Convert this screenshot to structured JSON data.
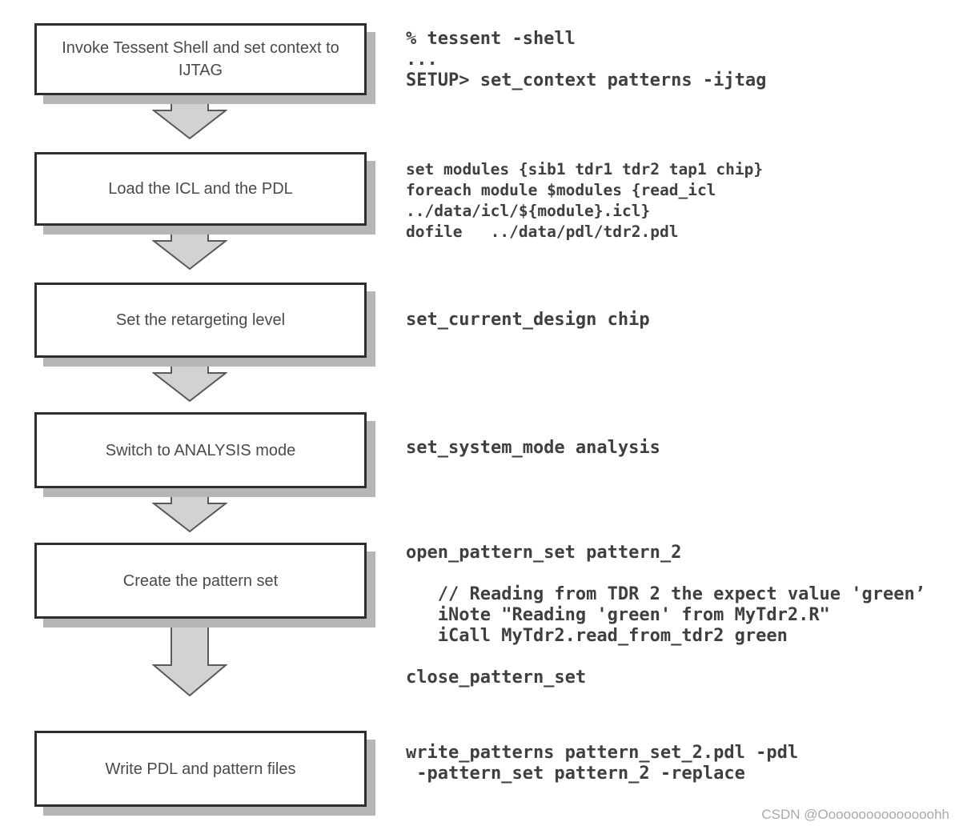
{
  "steps": [
    {
      "box": "Invoke Tessent Shell and set context to IJTAG",
      "code": "% tessent -shell\n...\nSETUP> set_context patterns -ijtag"
    },
    {
      "box": "Load the ICL and the PDL",
      "code": "set modules {sib1 tdr1 tdr2 tap1 chip}\nforeach module $modules {read_icl\n../data/icl/${module}.icl}\ndofile   ../data/pdl/tdr2.pdl"
    },
    {
      "box": "Set the retargeting level",
      "code": "set_current_design chip"
    },
    {
      "box": "Switch to ANALYSIS mode",
      "code": "set_system_mode analysis"
    },
    {
      "box": "Create the pattern set",
      "code": "open_pattern_set pattern_2\n\n   // Reading from TDR 2 the expect value 'green’\n   iNote \"Reading 'green' from MyTdr2.R\"\n   iCall MyTdr2.read_from_tdr2 green\n\nclose_pattern_set"
    },
    {
      "box": "Write PDL and pattern files",
      "code": "write_patterns pattern_set_2.pdl -pdl\n -pattern_set pattern_2 -replace"
    }
  ],
  "watermark": "CSDN @Ooooooooooooooohh",
  "colors": {
    "box-border": "#2e2e30",
    "box-text": "#4a4a4a",
    "shadow": "#b6b6b6",
    "arrow-fill": "#d2d2d2",
    "arrow-stroke": "#59595b",
    "code-text": "#3f3f3f",
    "watermark": "#a9a9a9"
  }
}
